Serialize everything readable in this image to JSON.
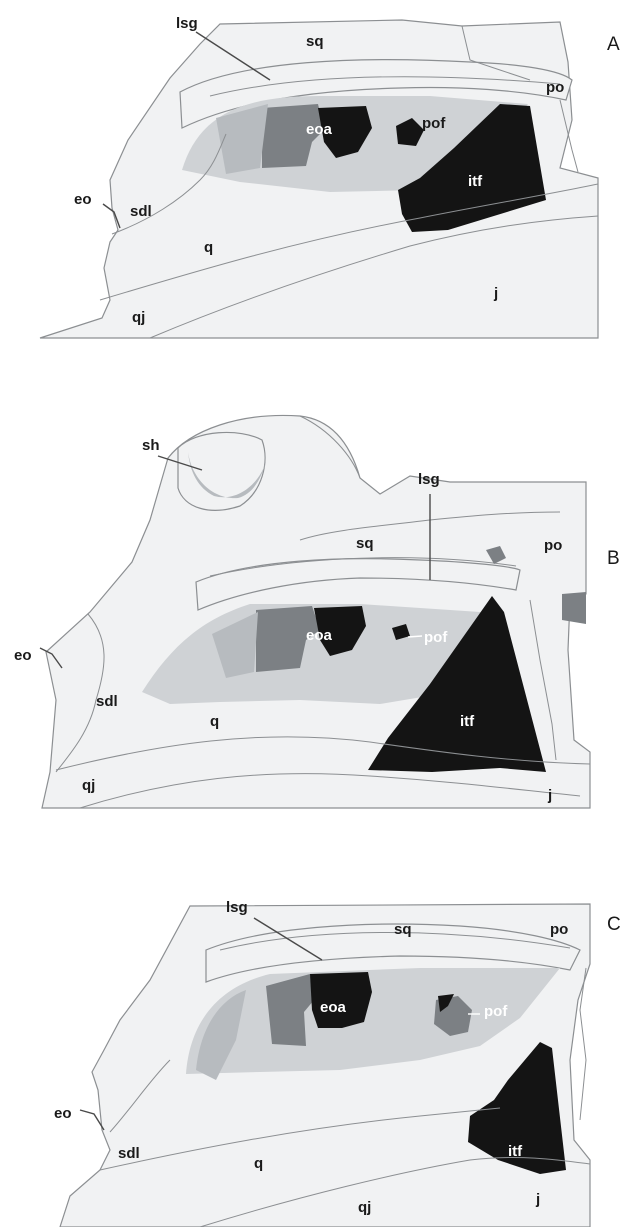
{
  "panels": [
    {
      "letter": "A",
      "labels": {
        "lsg": "lsg",
        "sq": "sq",
        "po": "po",
        "eoa": "eoa",
        "pof": "pof",
        "itf": "itf",
        "eo": "eo",
        "sdl": "sdl",
        "q": "q",
        "qj": "qj",
        "j": "j"
      }
    },
    {
      "letter": "B",
      "labels": {
        "sh": "sh",
        "lsg": "lsg",
        "sq": "sq",
        "po": "po",
        "eoa": "eoa",
        "pof": "pof",
        "itf": "itf",
        "eo": "eo",
        "sdl": "sdl",
        "q": "q",
        "qj": "qj",
        "j": "j"
      }
    },
    {
      "letter": "C",
      "labels": {
        "lsg": "lsg",
        "sq": "sq",
        "po": "po",
        "eoa": "eoa",
        "pof": "pof",
        "itf": "itf",
        "eo": "eo",
        "sdl": "sdl",
        "q": "q",
        "qj": "qj",
        "j": "j"
      }
    }
  ],
  "colors": {
    "bone": "#f1f2f3",
    "outline": "#8c8f92",
    "fossa_light": "#cfd2d5",
    "fossa_mid": "#b7bbbf",
    "fossa_dark": "#7c8084",
    "opening": "#141414"
  }
}
